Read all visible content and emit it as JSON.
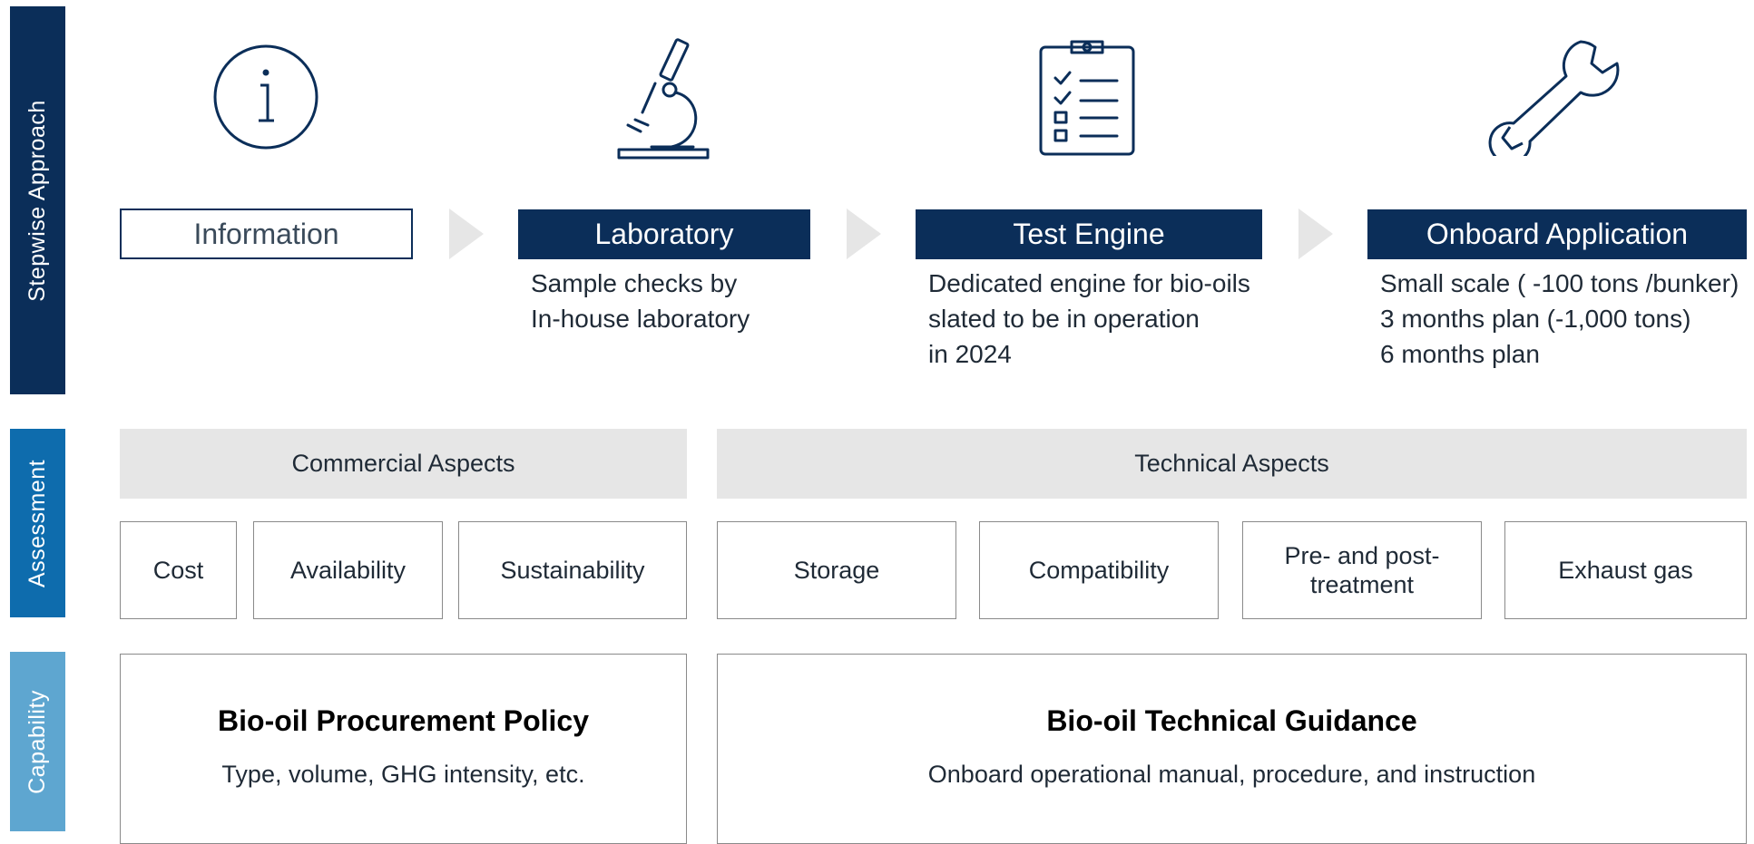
{
  "sidebars": {
    "stepwise": "Stepwise Approach",
    "assessment": "Assessment",
    "capability": "Capability"
  },
  "steps": [
    {
      "label": "Information",
      "icon": "info-icon",
      "lines": []
    },
    {
      "label": "Laboratory",
      "icon": "microscope-icon",
      "lines": [
        "Sample checks by",
        "In-house laboratory"
      ]
    },
    {
      "label": "Test Engine",
      "icon": "clipboard-checklist-icon",
      "lines": [
        "Dedicated engine for bio-oils",
        "slated to be in operation",
        "in 2024"
      ]
    },
    {
      "label": "Onboard Application",
      "icon": "wrench-icon",
      "lines": [
        "Small scale ( -100 tons /bunker)",
        "3 months plan (-1,000 tons)",
        "6 months plan"
      ]
    }
  ],
  "assessment": {
    "commercial": {
      "header": "Commercial Aspects",
      "items": [
        "Cost",
        "Availability",
        "Sustainability"
      ]
    },
    "technical": {
      "header": "Technical Aspects",
      "items": [
        "Storage",
        "Compatibility",
        "Pre- and post-\ntreatment",
        "Exhaust gas"
      ]
    }
  },
  "capability": {
    "procurement": {
      "title": "Bio-oil Procurement Policy",
      "subtitle": "Type, volume, GHG intensity, etc."
    },
    "technical": {
      "title": "Bio-oil Technical Guidance",
      "subtitle": "Onboard operational manual, procedure, and instruction"
    }
  },
  "colors": {
    "navy": "#0b2e59",
    "blue": "#0e6cad",
    "light_blue": "#5ea6d0",
    "grey": "#e6e6e6"
  }
}
